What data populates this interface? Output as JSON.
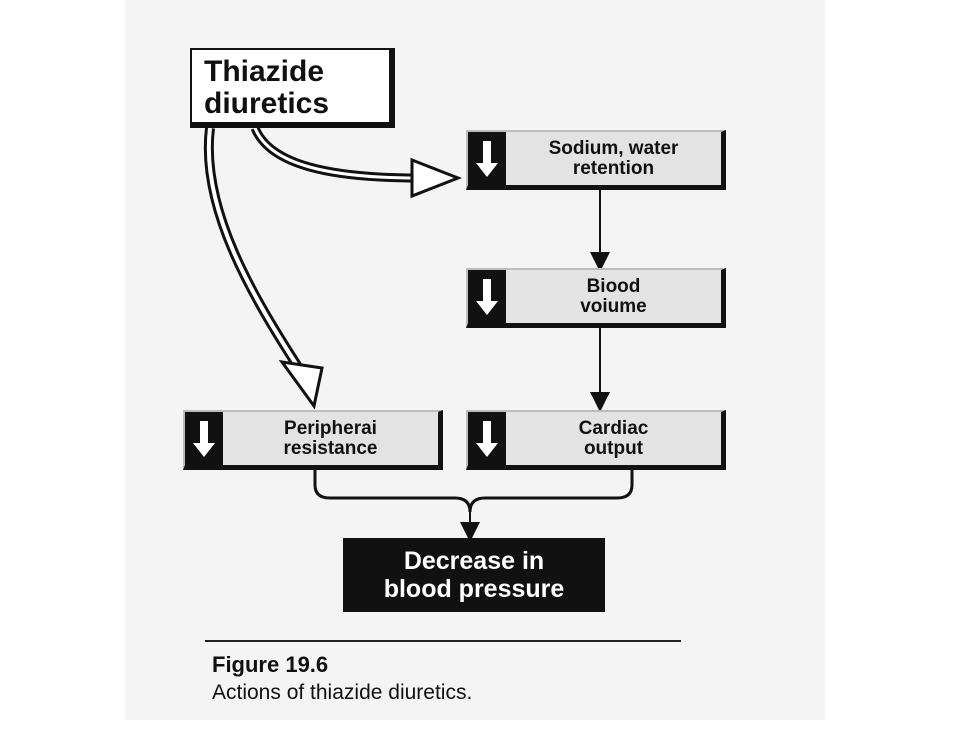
{
  "diagram": {
    "source": {
      "label_line1": "Thiazide",
      "label_line2": "diuretics"
    },
    "nodes": {
      "sodium": {
        "line1": "Sodium, water",
        "line2": "retention",
        "direction_icon": "down-arrow-icon"
      },
      "blood_volume": {
        "line1": "Biood",
        "line2": "voiume",
        "direction_icon": "down-arrow-icon"
      },
      "peripheral": {
        "line1": "Peripherai",
        "line2": "resistance",
        "direction_icon": "down-arrow-icon"
      },
      "cardiac": {
        "line1": "Cardiac",
        "line2": "output",
        "direction_icon": "down-arrow-icon"
      }
    },
    "result": {
      "line1": "Decrease in",
      "line2": "blood pressure"
    }
  },
  "caption": {
    "title": "Figure 19.6",
    "text": "Actions of thiazide diuretics."
  }
}
